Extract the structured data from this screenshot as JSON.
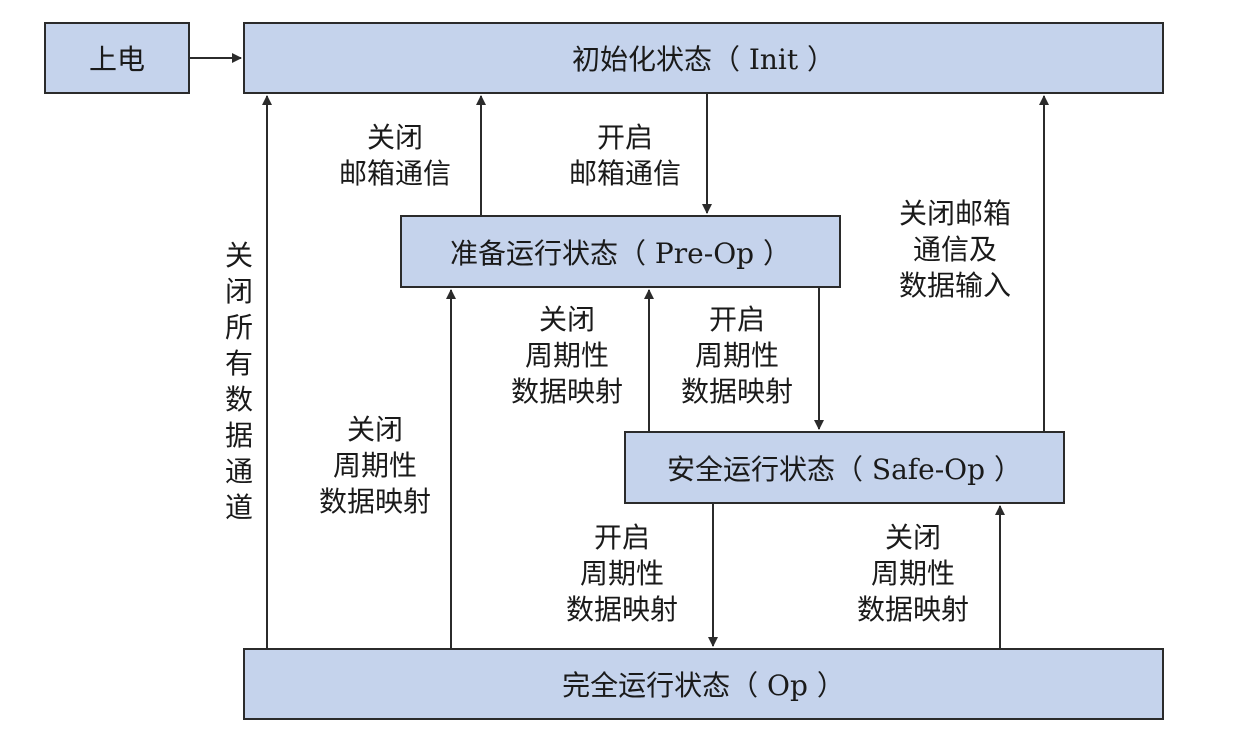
{
  "states": {
    "power_on": "上电",
    "init": "初始化状态（ Init ）",
    "preop": "准备运行状态（ Pre-Op ）",
    "safeop": "安全运行状态（ Safe-Op ）",
    "op": "完全运行状态（ Op ）"
  },
  "transitions": {
    "preop_to_init": [
      "关闭",
      "邮箱通信"
    ],
    "init_to_preop": [
      "开启",
      "邮箱通信"
    ],
    "safeop_to_init": [
      "关闭邮箱",
      "通信及",
      "数据输入"
    ],
    "op_to_init": "关闭所有数据通道",
    "op_to_preop": [
      "关闭",
      "周期性",
      "数据映射"
    ],
    "safeop_to_preop": [
      "关闭",
      "周期性",
      "数据映射"
    ],
    "preop_to_safeop": [
      "开启",
      "周期性",
      "数据映射"
    ],
    "safeop_to_op": [
      "开启",
      "周期性",
      "数据映射"
    ],
    "op_to_safeop": [
      "关闭",
      "周期性",
      "数据映射"
    ]
  },
  "colors": {
    "box_fill": "#c5d3ec",
    "line": "#2b2b2b"
  }
}
